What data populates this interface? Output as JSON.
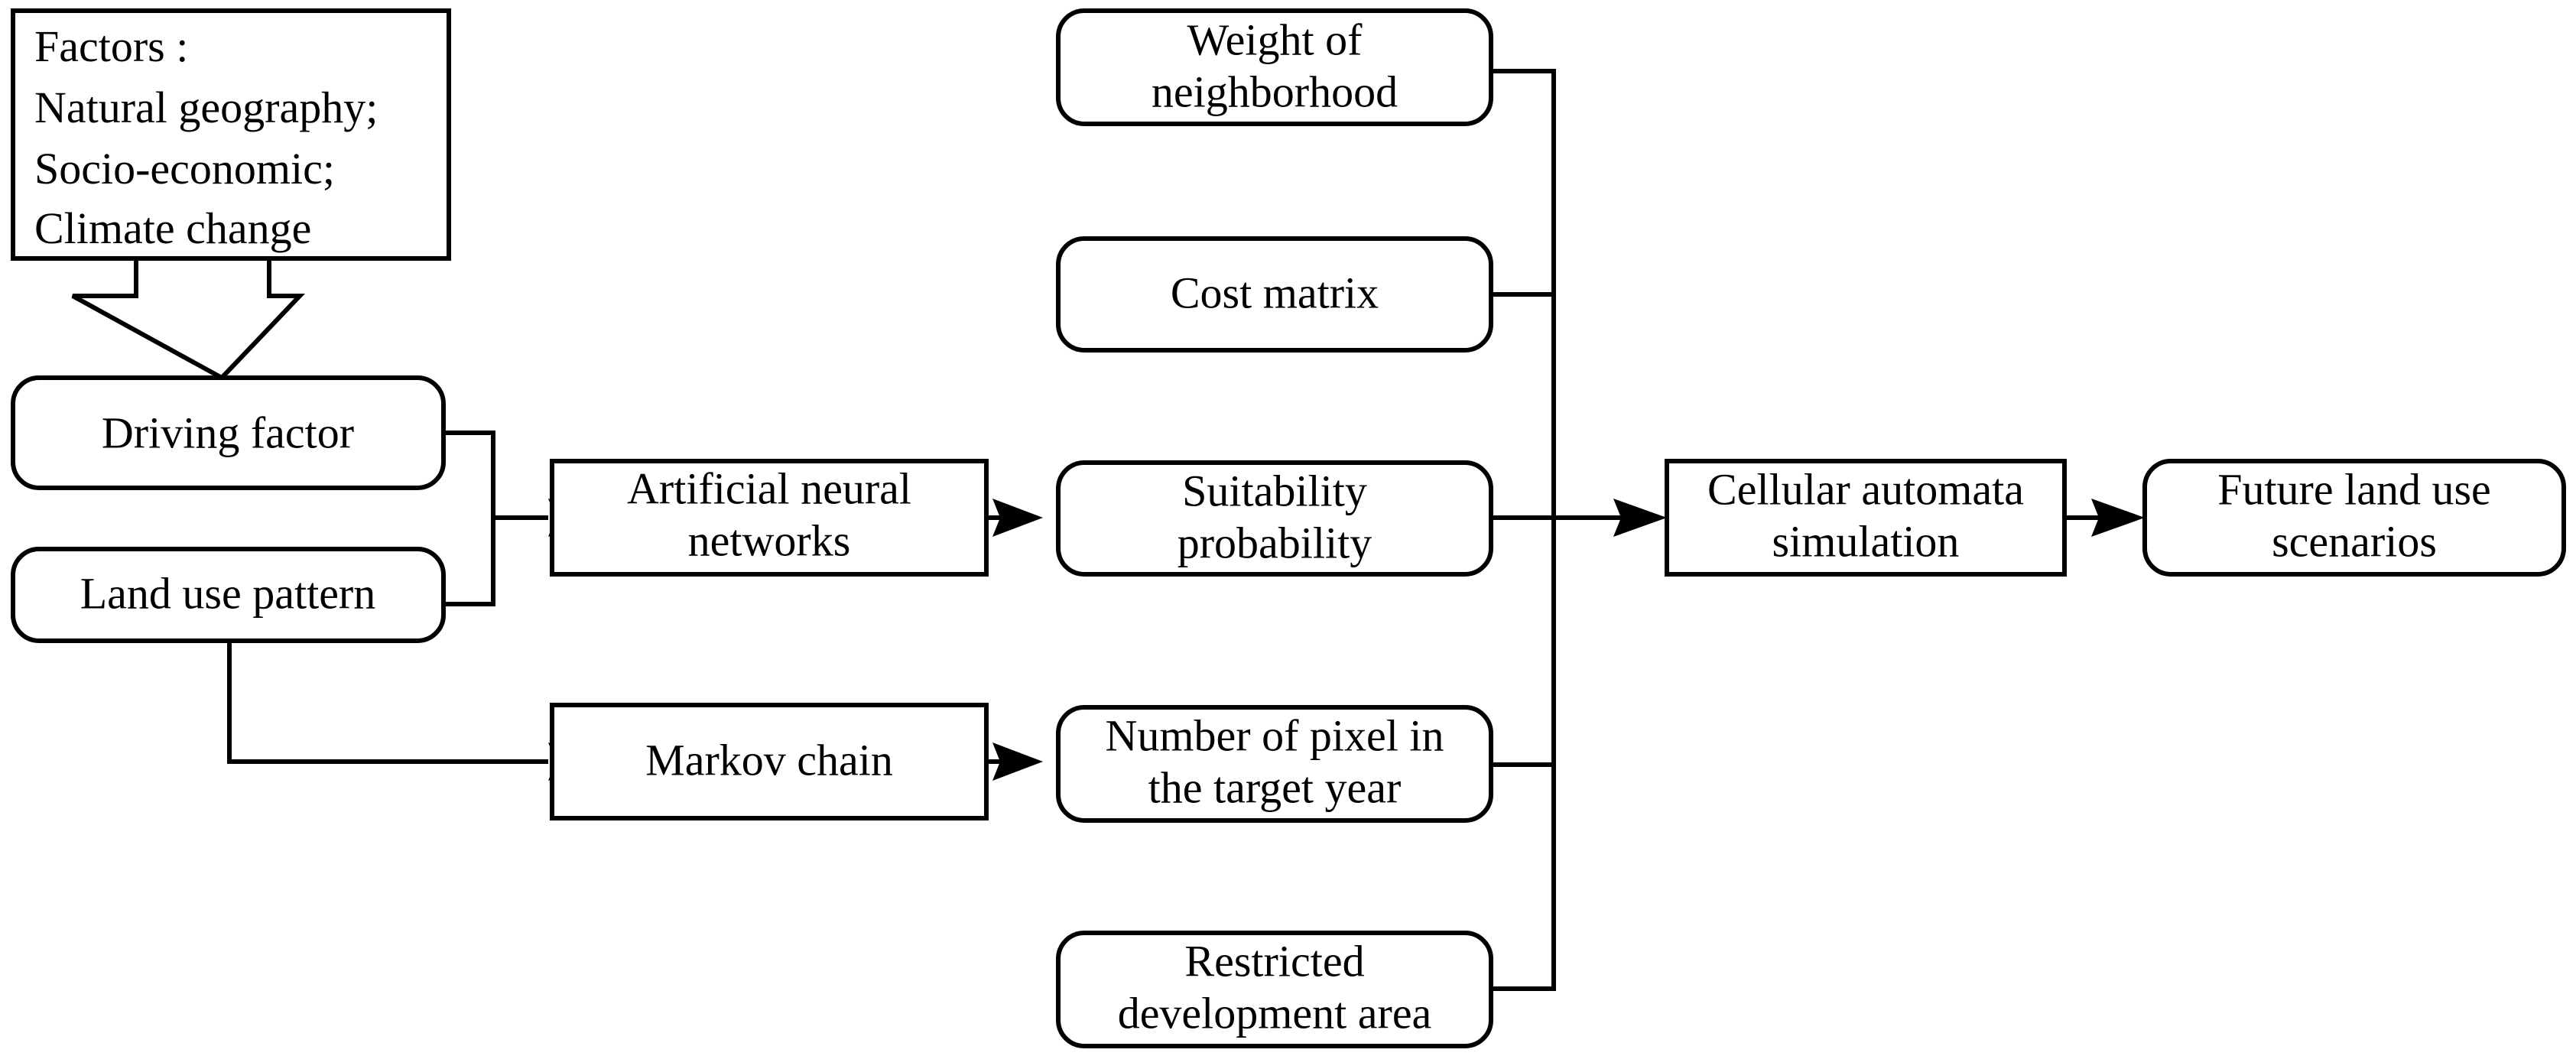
{
  "diagram": {
    "title": "Land use simulation modelling framework flowchart",
    "background_color": "#ffffff",
    "stroke_color": "#000000",
    "fill_color": "#ffffff"
  },
  "factors_box": {
    "name": "Factors",
    "lines": [
      "Factors :",
      "Natural geography;",
      "Socio-economic;",
      "Climate change"
    ],
    "shape": "rectangle"
  },
  "nodes": {
    "driving_factor": {
      "label": "Driving factor",
      "shape": "rounded-rectangle"
    },
    "land_use_pattern": {
      "label": "Land use pattern",
      "shape": "rounded-rectangle"
    },
    "artificial_neural_networks": {
      "line1": "Artificial neural",
      "line2": "networks",
      "shape": "rectangle"
    },
    "markov_chain": {
      "label": "Markov chain",
      "shape": "rectangle"
    },
    "weight_of_neighborhood": {
      "line1": "Weight of",
      "line2": "neighborhood",
      "shape": "rounded-rectangle"
    },
    "cost_matrix": {
      "label": "Cost matrix",
      "shape": "rounded-rectangle"
    },
    "suitability_probability": {
      "line1": "Suitability",
      "line2": "probability",
      "shape": "rounded-rectangle"
    },
    "number_of_pixel": {
      "line1": "Number of pixel in",
      "line2": "the target year",
      "shape": "rounded-rectangle"
    },
    "restricted_development_area": {
      "line1": "Restricted",
      "line2": "development area",
      "shape": "rounded-rectangle"
    },
    "cellular_automata_simulation": {
      "line1": "Cellular automata",
      "line2": "simulation",
      "shape": "rectangle"
    },
    "future_land_use_scenarios": {
      "line1": "Future land use",
      "line2": "scenarios",
      "shape": "rounded-rectangle"
    }
  },
  "connectors": [
    {
      "name": "factors-to-driving-factor",
      "type": "block-arrow",
      "from": "factors_box",
      "to": "driving_factor"
    },
    {
      "name": "driving-factor-to-ann",
      "type": "arrow",
      "from": "driving_factor",
      "to": "artificial_neural_networks"
    },
    {
      "name": "land-use-pattern-to-ann",
      "type": "arrow",
      "from": "land_use_pattern",
      "to": "artificial_neural_networks"
    },
    {
      "name": "land-use-pattern-to-markov-chain",
      "type": "arrow",
      "from": "land_use_pattern",
      "to": "markov_chain"
    },
    {
      "name": "ann-to-suitability-probability",
      "type": "arrow",
      "from": "artificial_neural_networks",
      "to": "suitability_probability"
    },
    {
      "name": "markov-chain-to-number-of-pixel",
      "type": "arrow",
      "from": "markov_chain",
      "to": "number_of_pixel"
    },
    {
      "name": "weight-of-neighborhood-to-bus",
      "type": "line",
      "from": "weight_of_neighborhood",
      "to": "bus"
    },
    {
      "name": "cost-matrix-to-bus",
      "type": "line",
      "from": "cost_matrix",
      "to": "bus"
    },
    {
      "name": "suitability-probability-to-bus",
      "type": "line",
      "from": "suitability_probability",
      "to": "bus"
    },
    {
      "name": "number-of-pixel-to-bus",
      "type": "line",
      "from": "number_of_pixel",
      "to": "bus"
    },
    {
      "name": "restricted-development-area-to-bus",
      "type": "line",
      "from": "restricted_development_area",
      "to": "bus"
    },
    {
      "name": "bus-to-cellular-automata",
      "type": "arrow",
      "from": "bus",
      "to": "cellular_automata_simulation"
    },
    {
      "name": "cellular-automata-to-future-scenarios",
      "type": "arrow",
      "from": "cellular_automata_simulation",
      "to": "future_land_use_scenarios"
    }
  ]
}
